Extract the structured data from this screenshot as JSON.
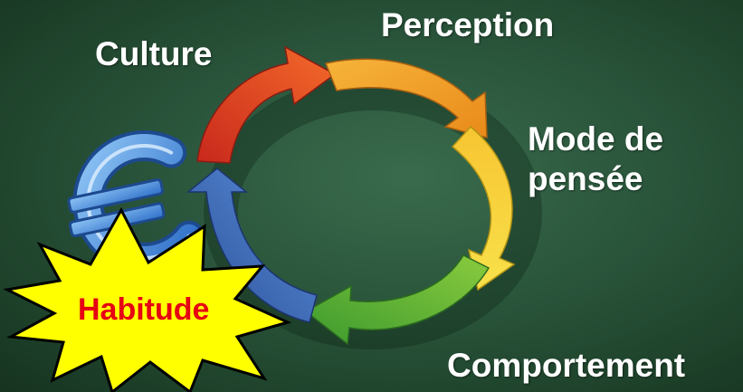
{
  "labels": {
    "culture": "Culture",
    "perception": "Perception",
    "mode_line1": "Mode de",
    "mode_line2": "pensée",
    "comportement": "Comportement",
    "habitude": "Habitude"
  },
  "icons": {
    "euro": "euro-icon",
    "burst": "starburst-icon"
  },
  "colors": {
    "board": "#2b573d",
    "arrow_red": "#e8421f",
    "arrow_orange": "#f29a1c",
    "arrow_yellow": "#f6d22c",
    "arrow_green": "#5cb83a",
    "arrow_blue": "#3a6fc1",
    "habitude_text": "#e60012",
    "burst_fill": "#ffff00",
    "euro": "#3f88d9"
  }
}
